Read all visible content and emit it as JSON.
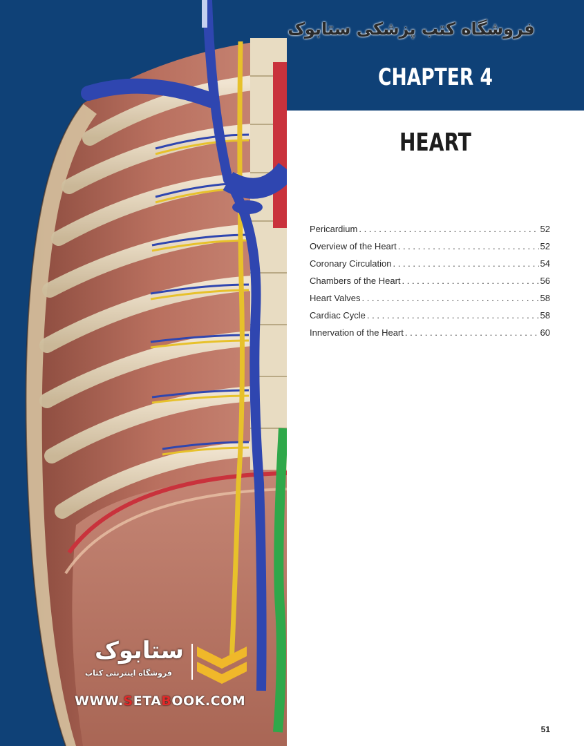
{
  "banner": {
    "persian_text": "فروشگاه کتب پزشکی ستابوک"
  },
  "chapter": {
    "label": "CHAPTER 4",
    "title": "HEART"
  },
  "toc": [
    {
      "title": "Pericardium",
      "page": "52"
    },
    {
      "title": "Overview of the Heart",
      "page": "52"
    },
    {
      "title": "Coronary Circulation",
      "page": "54"
    },
    {
      "title": "Chambers of the Heart",
      "page": "56"
    },
    {
      "title": "Heart Valves",
      "page": "58"
    },
    {
      "title": "Cardiac Cycle",
      "page": "58"
    },
    {
      "title": "Innervation of the Heart",
      "page": "60"
    }
  ],
  "page_number": "51",
  "watermark": {
    "logo_name": "ستابوک",
    "subtitle": "فروشگاه اینترنتی کتاب",
    "url_prefix": "WWW.",
    "url_s": "S",
    "url_mid": "ETA",
    "url_b": "B",
    "url_suffix": "OOK.COM"
  },
  "colors": {
    "navy": "#0f4177",
    "muscle": "#b7705f",
    "rib": "#e7dcc4",
    "vein": "#2f46b0",
    "nerve": "#e7c12b",
    "artery": "#c9323c",
    "lymph": "#2fa84a",
    "logo_gold": "#f0b82a"
  }
}
